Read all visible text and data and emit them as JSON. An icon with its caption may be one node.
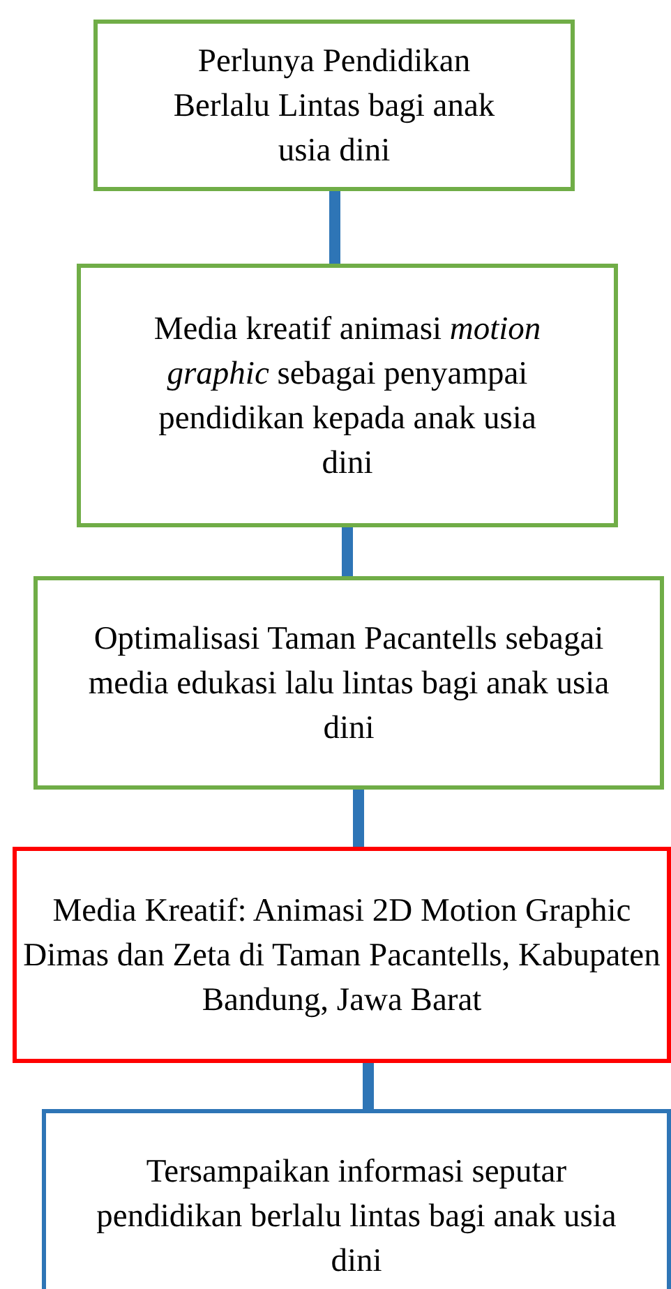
{
  "diagram": {
    "nodes": [
      {
        "text": [
          "Perlunya Pendidikan Berlalu Lintas bagi anak usia dini"
        ]
      },
      {
        "text": [
          "Media kreatif animasi *motion graphic* sebagai penyampai pendidikan kepada anak usia dini"
        ]
      },
      {
        "text": [
          "Optimalisasi Taman Pacantells sebagai media edukasi lalu lintas bagi anak usia dini"
        ]
      },
      {
        "text": [
          "Media Kreatif: Animasi 2D Motion Graphic Dimas dan Zeta di Taman Pacantells, Kabupaten Bandung, Jawa Barat"
        ]
      },
      {
        "text": [
          "Tersampaikan informasi seputar pendidikan berlalu lintas bagi anak usia dini"
        ]
      }
    ],
    "edges": [
      {
        "from": 0,
        "to": 1,
        "arrow": "none"
      },
      {
        "from": 1,
        "to": 2,
        "arrow": "none"
      },
      {
        "from": 2,
        "to": 3,
        "arrow": "none"
      },
      {
        "from": 3,
        "to": 4,
        "arrow": "none"
      }
    ]
  }
}
